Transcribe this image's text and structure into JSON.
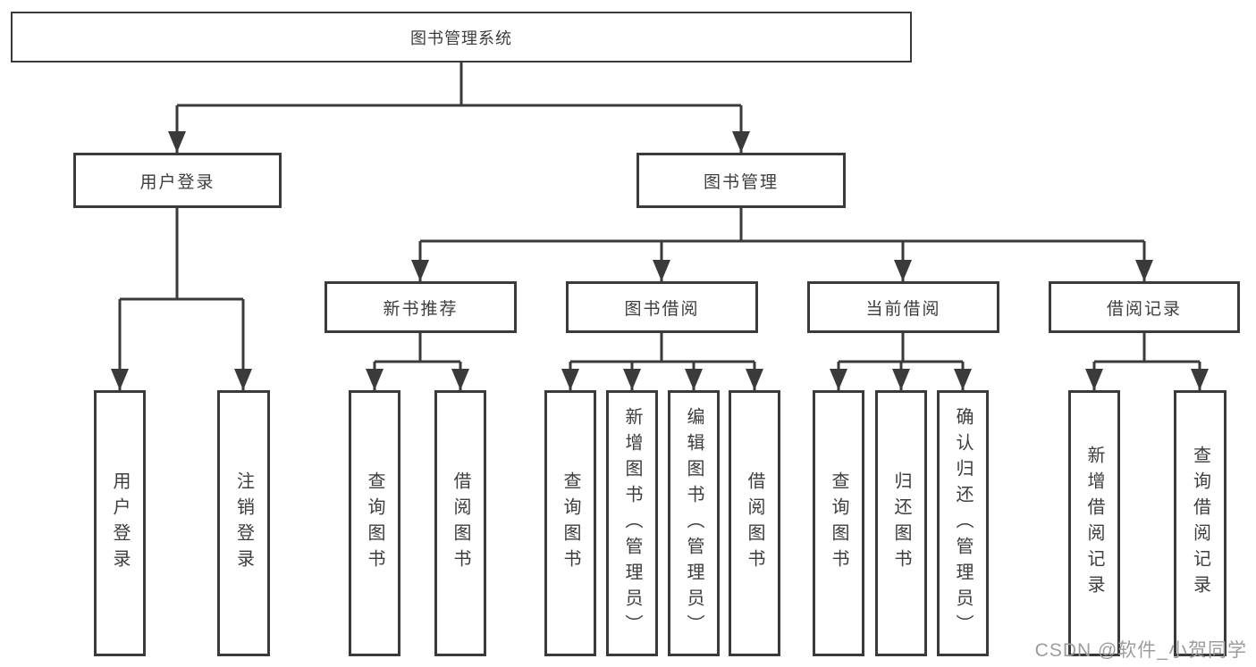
{
  "diagram": {
    "root": {
      "label": "图书管理系统"
    },
    "level1": [
      {
        "label": "用户登录",
        "children": [
          "用户登录",
          "注销登录"
        ]
      },
      {
        "label": "图书管理"
      }
    ],
    "level2": [
      {
        "label": "新书推荐",
        "children": [
          "查询图书",
          "借阅图书"
        ]
      },
      {
        "label": "图书借阅",
        "children": [
          "查询图书",
          "新增图书（管理员）",
          "编辑图书（管理员）",
          "借阅图书"
        ]
      },
      {
        "label": "当前借阅",
        "children": [
          "查询图书",
          "归还图书",
          "确认归还（管理员）"
        ]
      },
      {
        "label": "借阅记录",
        "children": [
          "新增借阅记录",
          "查询借阅记录"
        ]
      }
    ],
    "watermark": "CSDN @软件_小贺同学",
    "colors": {
      "line": "#3a3a3a",
      "text": "#3d3d3d",
      "background": "#ffffff",
      "watermark": "#9c9c9c"
    }
  }
}
